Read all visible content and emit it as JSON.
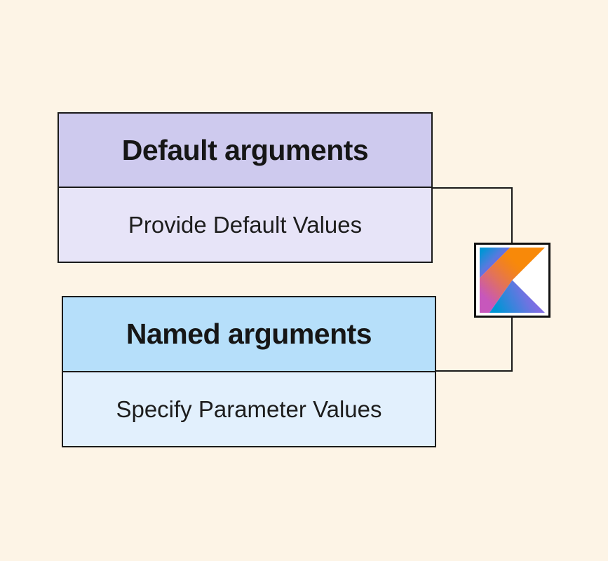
{
  "canvas": {
    "background_color": "#fdf4e6",
    "line_color": "#1a1a1a"
  },
  "nodes": [
    {
      "id": "default-arguments",
      "title": "Default arguments",
      "description": "Provide Default Values",
      "header_bg": "#cecaee",
      "body_bg": "#e7e4f8"
    },
    {
      "id": "named-arguments",
      "title": "Named arguments",
      "description": "Specify Parameter Values",
      "header_bg": "#b6dffa",
      "body_bg": "#e2f0fd"
    }
  ],
  "logo": {
    "name": "kotlin-logo",
    "box_bg": "#ffffff",
    "box_border": "#111111",
    "palette": {
      "blue": "#0095d5",
      "purple": "#806ee3",
      "orange": "#f88909",
      "magenta": "#c757bc"
    }
  }
}
